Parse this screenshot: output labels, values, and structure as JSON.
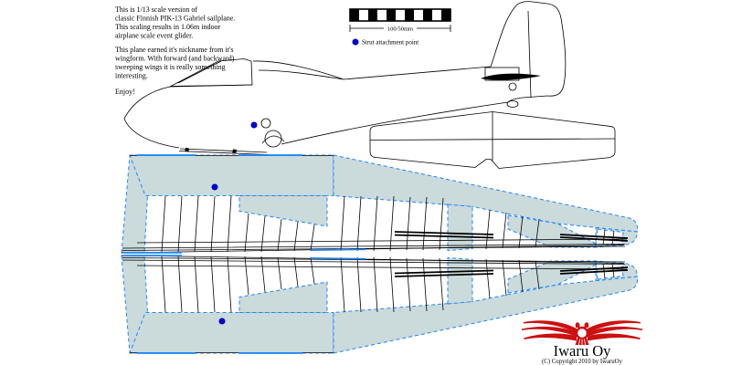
{
  "colors": {
    "background": "#ffffff",
    "line": "#000000",
    "sheeting_fill": "#cbdada",
    "covering_outline_blue": "#1e87ff",
    "strut_dot_blue": "#0000cc",
    "logo_red": "#cc1111"
  },
  "notes": {
    "para1": [
      "This is 1/13 scale version of",
      "classic Finnish PIK-13 Gabriel sailplane.",
      "This scaling results in 1.06m indoor",
      "airplane scale event glider."
    ],
    "para2": [
      "This plane earned it's nickname from it's",
      "wingform. With forward (and backward)",
      "sweeping wings it is really something",
      "interesting."
    ],
    "closing": "Enjoy!"
  },
  "scale_bar": {
    "label": "100/50mm",
    "segments": 11
  },
  "legend": {
    "strut_point_label": "Strut attachment point"
  },
  "logo": {
    "company": "Iwaru Oy",
    "copyright": "(C) Copyright 2010 by IwaruOy"
  }
}
